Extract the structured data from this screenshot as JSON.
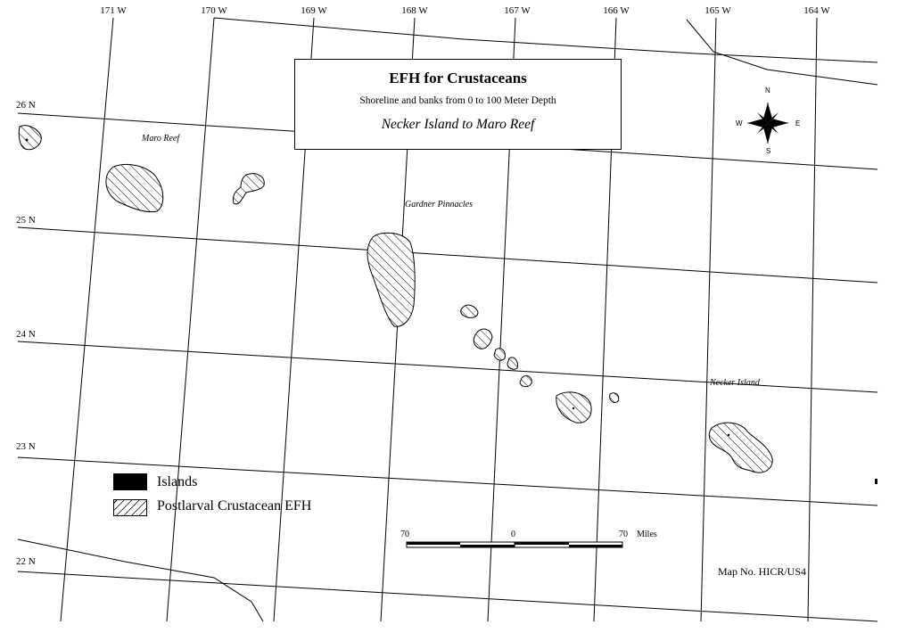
{
  "title": "EFH for Crustaceans",
  "subtitle": "Shoreline and banks from 0 to 100 Meter Depth",
  "region": "Necker Island to Maro Reef",
  "longitude_labels": [
    "171 W",
    "170 W",
    "169 W",
    "168 W",
    "167 W",
    "166 W",
    "165 W",
    "164 W"
  ],
  "latitude_labels": [
    "26 N",
    "25 N",
    "24 N",
    "23 N",
    "22 N"
  ],
  "places": {
    "maro_reef": "Maro Reef",
    "gardner_pinnacles": "Gardner Pinnacles",
    "necker_island": "Necker Island"
  },
  "legend": {
    "islands": "Islands",
    "efh": "Postlarval Crustacean EFH"
  },
  "scale": {
    "left": "70",
    "mid": "0",
    "right": "70",
    "unit": "Miles"
  },
  "compass": {
    "n": "N",
    "s": "S",
    "e": "E",
    "w": "W"
  },
  "map_number": "Map No. HICR/US4",
  "colors": {
    "ink": "#000000",
    "background": "#ffffff"
  },
  "icon_names": [
    "compass-rose-icon"
  ]
}
